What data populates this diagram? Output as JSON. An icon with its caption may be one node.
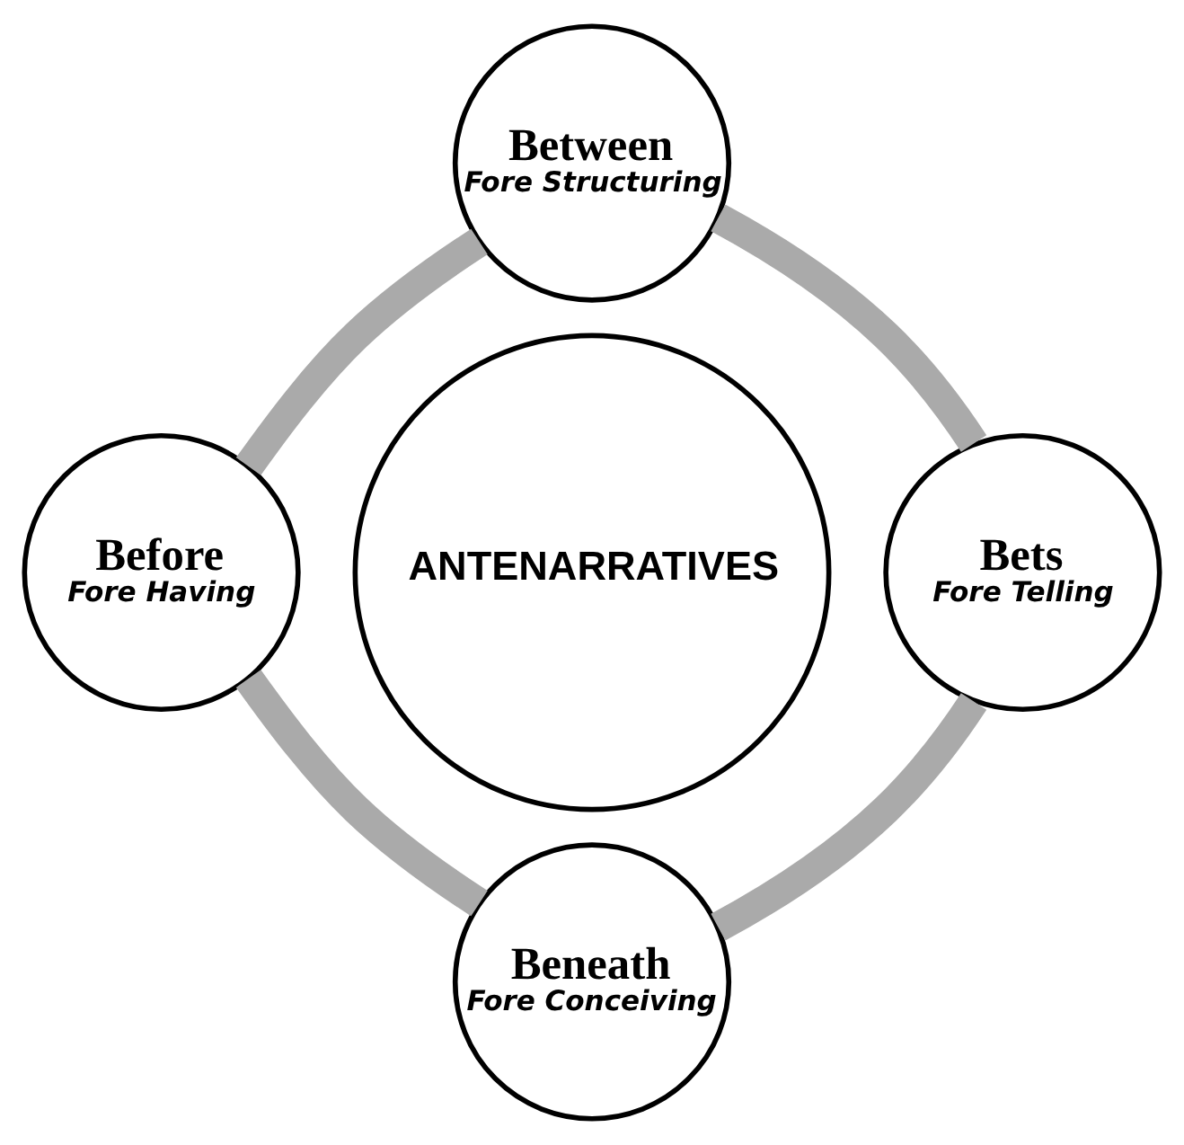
{
  "diagram": {
    "nodes": [
      {
        "text": [
          "ANTENARRATIVES"
        ]
      },
      {
        "text": [
          "Between",
          "Fore Structuring"
        ]
      },
      {
        "text": [
          "Bets",
          "Fore Telling"
        ]
      },
      {
        "text": [
          "Beneath",
          "Fore Conceiving"
        ]
      },
      {
        "text": [
          "Before",
          "Fore Having"
        ]
      }
    ],
    "edges": [
      {
        "from": 1,
        "to": 2,
        "arrow": "none"
      },
      {
        "from": 2,
        "to": 3,
        "arrow": "none"
      },
      {
        "from": 3,
        "to": 4,
        "arrow": "none"
      },
      {
        "from": 4,
        "to": 1,
        "arrow": "none"
      }
    ]
  }
}
